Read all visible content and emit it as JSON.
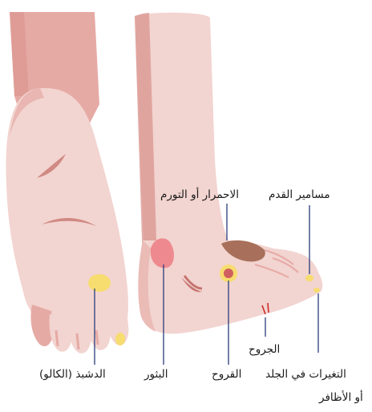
{
  "labels": {
    "callus": "الدشبذ (الكالو)",
    "blisters": "البثور",
    "ulcers": "القروح",
    "redness_swelling": "الاحمرار أو التورم",
    "corns": "مسامير القدم",
    "cuts": "الجروح",
    "skin_nail_changes_line1": "التغيرات في الجلد",
    "skin_nail_changes_line2": "أو الأظافر"
  },
  "colors": {
    "skin": "#f2d4d0",
    "skin_shadow": "#d9908a",
    "outline_dark": "#c7756f",
    "callus_yellow": "#f7dc6f",
    "blister_pink": "#ee8a8f",
    "ulcer_red": "#d0605f",
    "redness_brown": "#a8705a",
    "cut_red": "#cc2b2b",
    "leader_line": "#2a3c7a"
  }
}
